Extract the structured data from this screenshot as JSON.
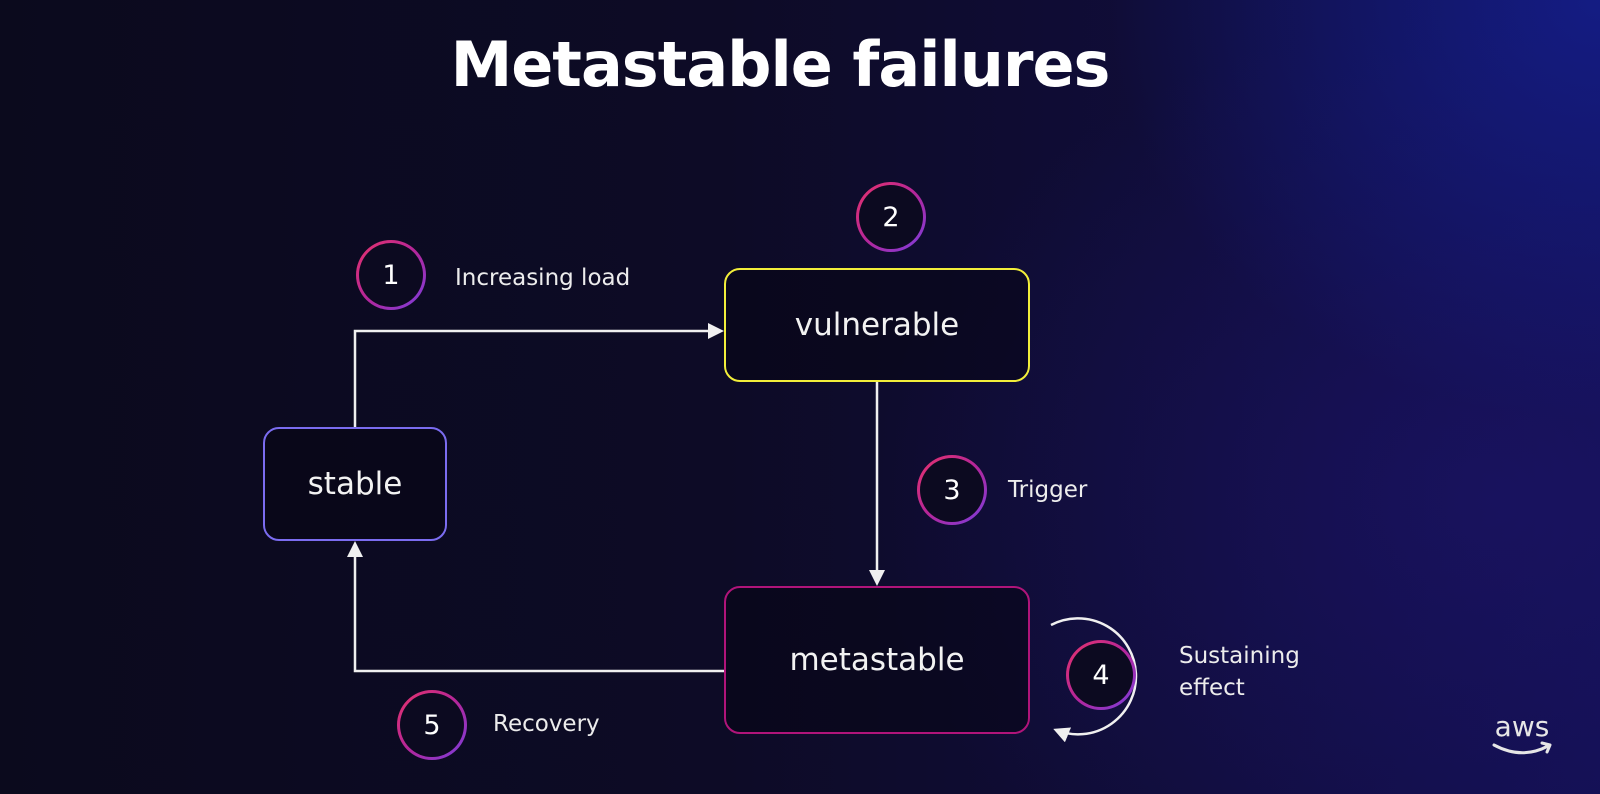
{
  "slide": {
    "title": "Metastable failures"
  },
  "nodes": {
    "stable": "stable",
    "vulnerable": "vulnerable",
    "metastable": "metastable"
  },
  "steps": [
    {
      "number": "1",
      "label": "Increasing load"
    },
    {
      "number": "2",
      "label": ""
    },
    {
      "number": "3",
      "label": "Trigger"
    },
    {
      "number": "4",
      "label_line1": "Sustaining",
      "label_line2": "effect"
    },
    {
      "number": "5",
      "label": "Recovery"
    }
  ],
  "logo": {
    "text": "aws"
  },
  "colors": {
    "stable_border": "#7b6cf0",
    "vulnerable_border": "#f2ee3a",
    "metastable_border": "#b0147a",
    "arrow": "#f0f0f0"
  }
}
